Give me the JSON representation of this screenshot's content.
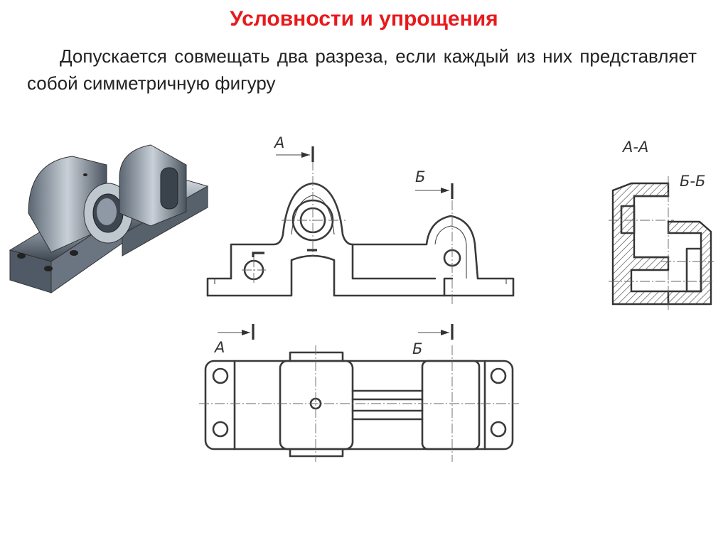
{
  "slide": {
    "title": "Условности и упрощения",
    "text": "Допускается совмещать два разреза, если каждый из них представляет собой симметричную фигуру"
  },
  "labels": {
    "section_a": "А",
    "section_b": "Б",
    "section_a_view": "А-А",
    "section_b_view": "Б-Б"
  },
  "colors": {
    "title": "#e8191c",
    "lines": "#3a3a3a"
  }
}
